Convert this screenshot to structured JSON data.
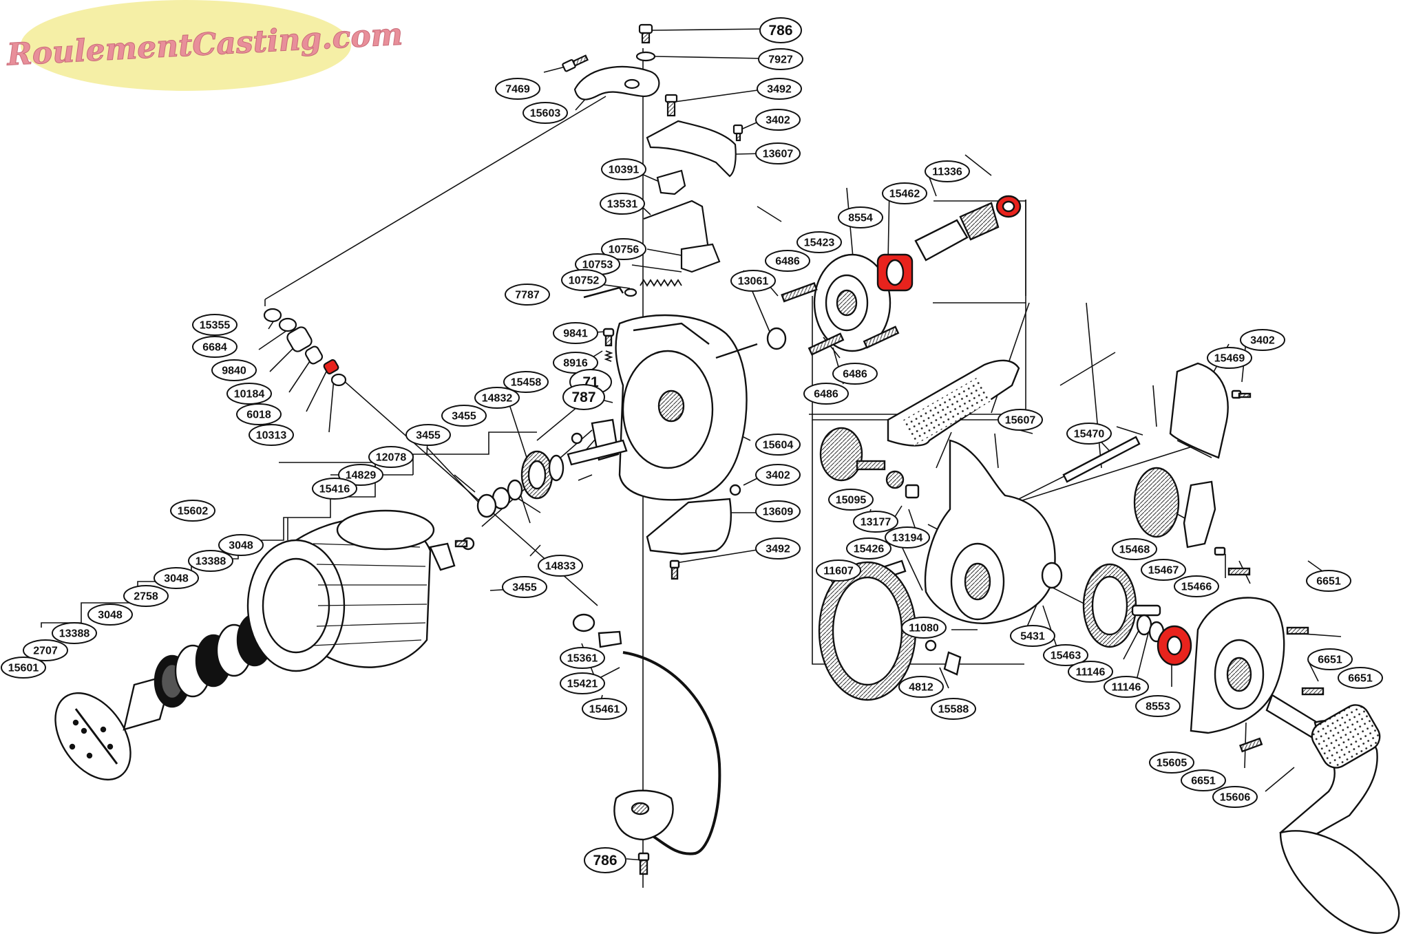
{
  "brand": {
    "name": "RoulementCasting.com",
    "banner_color": "#f5efa6",
    "text_color": "#e88f9a"
  },
  "highlight_color": "#e8231d",
  "labels": [
    "786",
    "7927",
    "3492",
    "3402",
    "13607",
    "7469",
    "15603",
    "10391",
    "13531",
    "10756",
    "10753",
    "10752",
    "7787",
    "9841",
    "8916",
    "71",
    "787",
    "15458",
    "14832",
    "3455",
    "3455",
    "14833",
    "3455",
    "15604",
    "3402",
    "13609",
    "3492",
    "15355",
    "6684",
    "9840",
    "10184",
    "6018",
    "10313",
    "12078",
    "14829",
    "15416",
    "15602",
    "3048",
    "3048",
    "13388",
    "2758",
    "3048",
    "13388",
    "2707",
    "15601",
    "15361",
    "15421",
    "15461",
    "786",
    "11336",
    "15462",
    "8554",
    "15423",
    "6486",
    "13061",
    "6486",
    "6486",
    "3402",
    "15469",
    "15607",
    "15470",
    "15095",
    "13177",
    "13194",
    "15426",
    "11607",
    "11080",
    "4812",
    "15588",
    "5431",
    "15463",
    "11146",
    "11146",
    "8553",
    "15468",
    "15467",
    "15466",
    "6651",
    "6651",
    "6651",
    "15605",
    "6651",
    "15606"
  ]
}
